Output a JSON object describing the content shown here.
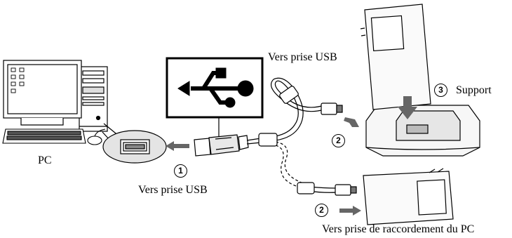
{
  "labels": {
    "pc": "PC",
    "usb_port_pc": "Vers prise USB",
    "usb_port_top": "Vers prise USB",
    "support": "Support",
    "pc_connector": "Vers prise de raccordement du PC"
  },
  "steps": {
    "s1": "1",
    "s2a": "2",
    "s2b": "2",
    "s3": "3"
  },
  "colors": {
    "arrow": "#666666",
    "line": "#000000",
    "device_fill": "#f7f7f7"
  }
}
